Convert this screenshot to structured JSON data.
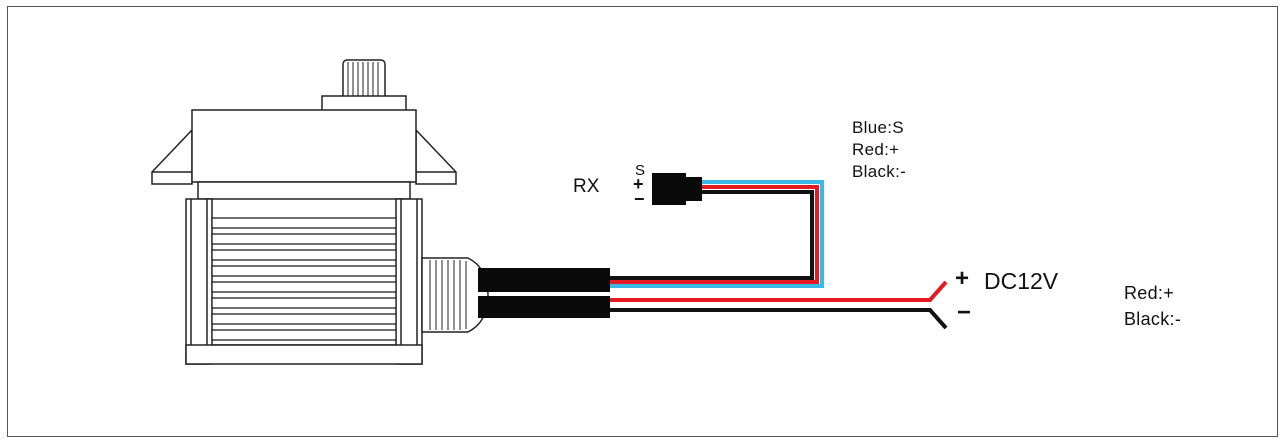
{
  "receiver": {
    "label": "RX",
    "pin_signal": "S",
    "pin_plus": "+",
    "pin_minus": "−"
  },
  "signal_legend": [
    "Blue:S",
    "Red:+",
    "Black:-"
  ],
  "power": {
    "plus": "+",
    "label": "DC12V",
    "minus": "−"
  },
  "power_legend": [
    "Red:+",
    "Black:-"
  ],
  "colors": {
    "wire_blue": "#3ab8e6",
    "wire_red": "#e51a23",
    "wire_black": "#111111",
    "outline": "#222222"
  }
}
